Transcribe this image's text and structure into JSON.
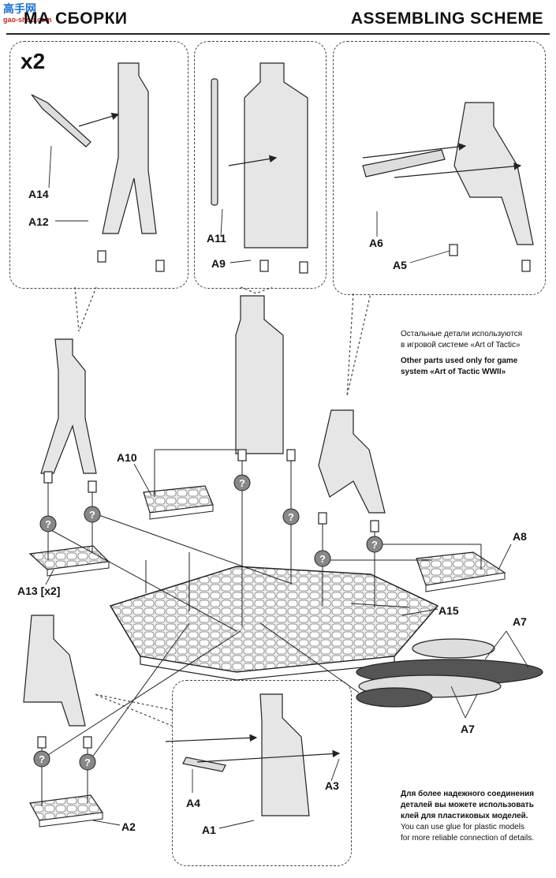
{
  "header": {
    "title_ru": "МА СБОРКИ",
    "title_en": "ASSEMBLING SCHEME"
  },
  "watermark": {
    "line1": "高手网",
    "line2": "gao-shou.com"
  },
  "multiplier": "x2",
  "labels": {
    "a1": "A1",
    "a2": "A2",
    "a3": "A3",
    "a4": "A4",
    "a5": "A5",
    "a6": "A6",
    "a7_top": "A7",
    "a7_bottom": "A7",
    "a8": "A8",
    "a9": "A9",
    "a10": "A10",
    "a11": "A11",
    "a12": "A12",
    "a13": "A13 [x2]",
    "a14": "A14",
    "a15": "A15"
  },
  "notes": {
    "game_ru_1": "Остальные детали используются",
    "game_ru_2": "в игровой системе «Art of Tactic»",
    "game_en_1": "Other parts used only for game",
    "game_en_2": "system «Art of Tactic WWII»",
    "glue_ru_1": "Для более надежного соединения",
    "glue_ru_2": "деталей вы можете использовать",
    "glue_ru_3": "клей для пластиковых моделей.",
    "glue_en_1": "You can use glue for plastic models",
    "glue_en_2": "for more reliable connection of details."
  },
  "marker_symbol": "?",
  "colors": {
    "line": "#222222",
    "marker": "#888888",
    "sandbag_dark": "#555555",
    "sandbag_light": "#dddddd"
  }
}
